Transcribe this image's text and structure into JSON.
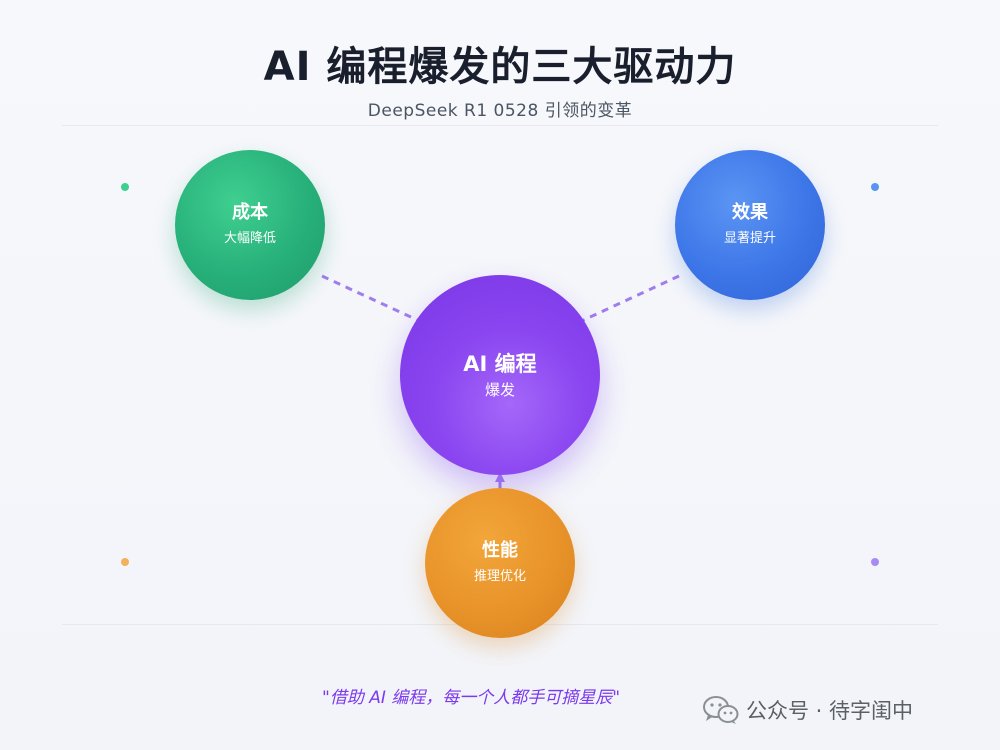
{
  "title": "AI 编程爆发的三大驱动力",
  "subtitle": "DeepSeek R1 0528 引领的变革",
  "nodes": {
    "center": {
      "main": "AI 编程",
      "sub": "爆发"
    },
    "cost": {
      "main": "成本",
      "sub": "大幅降低"
    },
    "effect": {
      "main": "效果",
      "sub": "显著提升"
    },
    "performance": {
      "main": "性能",
      "sub": "推理优化"
    }
  },
  "quote": "\"借助 AI 编程，每一个人都手可摘星辰\"",
  "watermark": {
    "text": "公众号 · 待字闺中",
    "icon": "wechat-icon"
  },
  "colors": {
    "cost": "#27b07a",
    "effect": "#3d76e8",
    "center": "#8a45f0",
    "performance": "#e8932a",
    "connector": "#a17cf0",
    "quote": "#7c3aed"
  }
}
